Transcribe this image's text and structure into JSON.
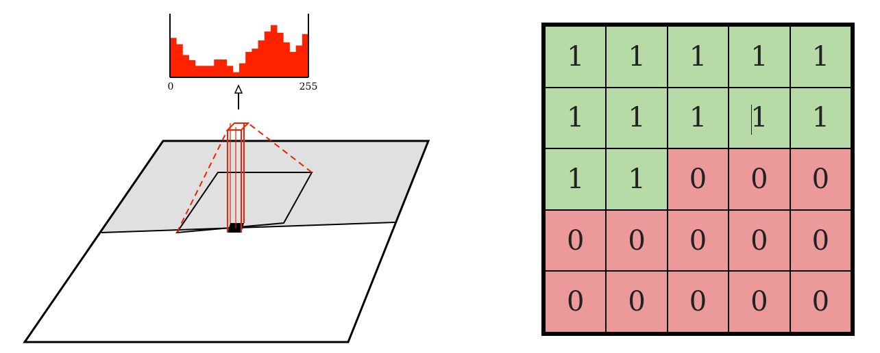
{
  "histogram": {
    "bin_heights": [
      0.62,
      0.52,
      0.35,
      0.27,
      0.18,
      0.18,
      0.18,
      0.28,
      0.28,
      0.18,
      0.08,
      0.22,
      0.4,
      0.45,
      0.58,
      0.72,
      0.82,
      0.7,
      0.55,
      0.4,
      0.5,
      0.68
    ],
    "x_min_label": "0",
    "x_max_label": "255",
    "bar_color": "#ff2200"
  },
  "grid": {
    "rows": [
      [
        "1",
        "1",
        "1",
        "1",
        "1"
      ],
      [
        "1",
        "1",
        "1",
        "1",
        "1"
      ],
      [
        "1",
        "1",
        "0",
        "0",
        "0"
      ],
      [
        "0",
        "0",
        "0",
        "0",
        "0"
      ],
      [
        "0",
        "0",
        "0",
        "0",
        "0"
      ]
    ],
    "caret_cell": [
      1,
      3
    ],
    "colors": {
      "1": "#b7dba7",
      "0": "#eb9999"
    }
  },
  "colors": {
    "plane_shaded": "#e0e0e0",
    "plane_white": "#ffffff",
    "outline": "#000000",
    "highlight": "#ee2200"
  }
}
